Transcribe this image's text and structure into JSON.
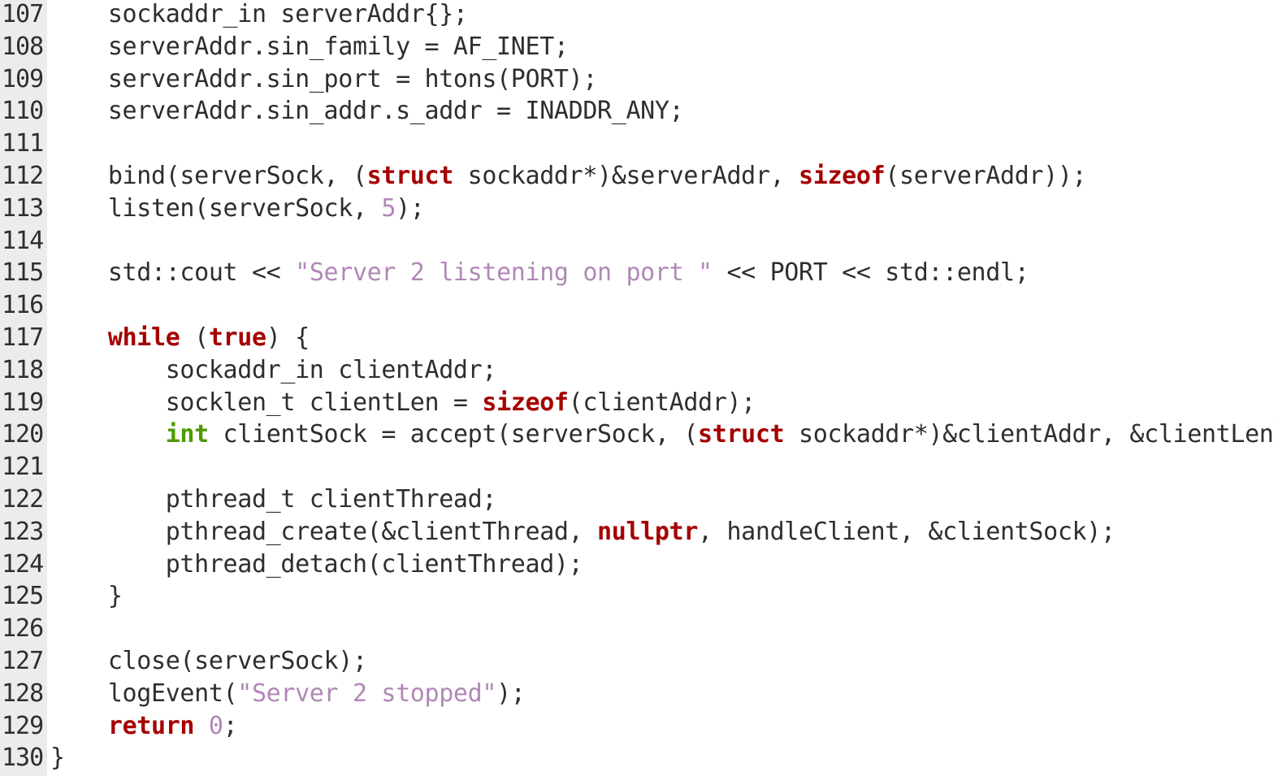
{
  "editor": {
    "colors": {
      "background": "#ffffff",
      "gutter": "#ececec",
      "text": "#2e2e2e",
      "keyword": "#a40000",
      "type": "#4e9a06",
      "string": "#b088b6",
      "number": "#b088b6"
    },
    "lines": [
      {
        "number": "107",
        "tokens": [
          {
            "t": "    sockaddr_in serverAddr{};",
            "k": "plain"
          }
        ]
      },
      {
        "number": "108",
        "tokens": [
          {
            "t": "    serverAddr.sin_family = AF_INET;",
            "k": "plain"
          }
        ]
      },
      {
        "number": "109",
        "tokens": [
          {
            "t": "    serverAddr.sin_port = htons(PORT);",
            "k": "plain"
          }
        ]
      },
      {
        "number": "110",
        "tokens": [
          {
            "t": "    serverAddr.sin_addr.s_addr = INADDR_ANY;",
            "k": "plain"
          }
        ]
      },
      {
        "number": "111",
        "tokens": []
      },
      {
        "number": "112",
        "tokens": [
          {
            "t": "    bind(serverSock, (",
            "k": "plain"
          },
          {
            "t": "struct",
            "k": "kw"
          },
          {
            "t": " sockaddr*)&serverAddr, ",
            "k": "plain"
          },
          {
            "t": "sizeof",
            "k": "kw"
          },
          {
            "t": "(serverAddr));",
            "k": "plain"
          }
        ]
      },
      {
        "number": "113",
        "tokens": [
          {
            "t": "    listen(serverSock, ",
            "k": "plain"
          },
          {
            "t": "5",
            "k": "num"
          },
          {
            "t": ");",
            "k": "plain"
          }
        ]
      },
      {
        "number": "114",
        "tokens": []
      },
      {
        "number": "115",
        "tokens": [
          {
            "t": "    std::cout << ",
            "k": "plain"
          },
          {
            "t": "\"Server 2 listening on port \"",
            "k": "str"
          },
          {
            "t": " << PORT << std::endl;",
            "k": "plain"
          }
        ]
      },
      {
        "number": "116",
        "tokens": []
      },
      {
        "number": "117",
        "tokens": [
          {
            "t": "    ",
            "k": "plain"
          },
          {
            "t": "while",
            "k": "kw"
          },
          {
            "t": " (",
            "k": "plain"
          },
          {
            "t": "true",
            "k": "kw"
          },
          {
            "t": ") {",
            "k": "plain"
          }
        ]
      },
      {
        "number": "118",
        "tokens": [
          {
            "t": "        sockaddr_in clientAddr;",
            "k": "plain"
          }
        ]
      },
      {
        "number": "119",
        "tokens": [
          {
            "t": "        socklen_t clientLen = ",
            "k": "plain"
          },
          {
            "t": "sizeof",
            "k": "kw"
          },
          {
            "t": "(clientAddr);",
            "k": "plain"
          }
        ]
      },
      {
        "number": "120",
        "tokens": [
          {
            "t": "        ",
            "k": "plain"
          },
          {
            "t": "int",
            "k": "type"
          },
          {
            "t": " clientSock = accept(serverSock, (",
            "k": "plain"
          },
          {
            "t": "struct",
            "k": "kw"
          },
          {
            "t": " sockaddr*)&clientAddr, &clientLen);",
            "k": "plain"
          }
        ]
      },
      {
        "number": "121",
        "tokens": []
      },
      {
        "number": "122",
        "tokens": [
          {
            "t": "        pthread_t clientThread;",
            "k": "plain"
          }
        ]
      },
      {
        "number": "123",
        "tokens": [
          {
            "t": "        pthread_create(&clientThread, ",
            "k": "plain"
          },
          {
            "t": "nullptr",
            "k": "kw"
          },
          {
            "t": ", handleClient, &clientSock);",
            "k": "plain"
          }
        ]
      },
      {
        "number": "124",
        "tokens": [
          {
            "t": "        pthread_detach(clientThread);",
            "k": "plain"
          }
        ]
      },
      {
        "number": "125",
        "tokens": [
          {
            "t": "    }",
            "k": "plain"
          }
        ]
      },
      {
        "number": "126",
        "tokens": []
      },
      {
        "number": "127",
        "tokens": [
          {
            "t": "    close(serverSock);",
            "k": "plain"
          }
        ]
      },
      {
        "number": "128",
        "tokens": [
          {
            "t": "    logEvent(",
            "k": "plain"
          },
          {
            "t": "\"Server 2 stopped\"",
            "k": "str"
          },
          {
            "t": ");",
            "k": "plain"
          }
        ]
      },
      {
        "number": "129",
        "tokens": [
          {
            "t": "    ",
            "k": "plain"
          },
          {
            "t": "return",
            "k": "kw"
          },
          {
            "t": " ",
            "k": "plain"
          },
          {
            "t": "0",
            "k": "num"
          },
          {
            "t": ";",
            "k": "plain"
          }
        ]
      },
      {
        "number": "130",
        "tokens": [
          {
            "t": "}",
            "k": "plain"
          }
        ]
      }
    ]
  }
}
